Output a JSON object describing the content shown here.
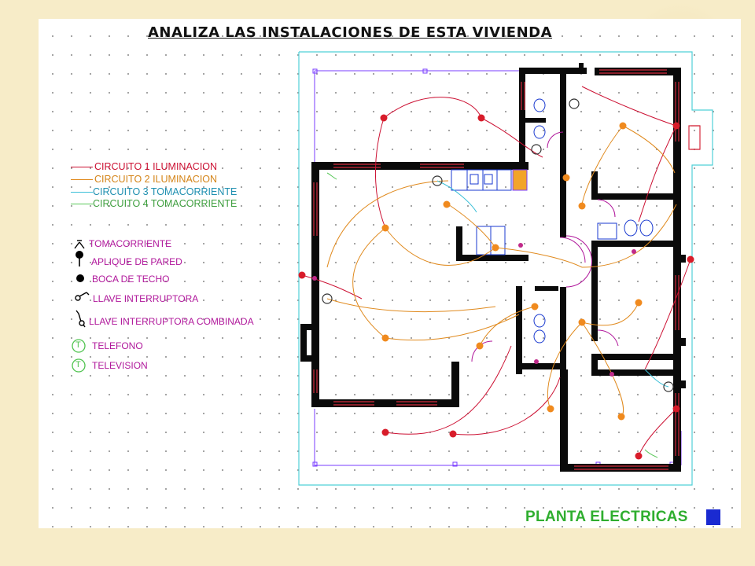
{
  "title": "ANALIZA LAS INSTALACIONES DE ESTA VIVIENDA",
  "legend": {
    "circuits": [
      {
        "label": "CIRCUITO 1 ILUMINACION",
        "color": "#cc1133"
      },
      {
        "label": "CIRCUITO 2 ILUMINACION",
        "color": "#e08a1e"
      },
      {
        "label": "CIRCUITO 3 TOMACORRIENTE",
        "color": "#3cc0d8"
      },
      {
        "label": "CIRCUITO 4 TOMACORRIENTE",
        "color": "#5ac85a"
      }
    ],
    "symbols": [
      {
        "label": "TOMACORRIENTE",
        "icon": "outlet-icon"
      },
      {
        "label": "APLIQUE DE PARED",
        "icon": "wall-light-icon"
      },
      {
        "label": "BOCA DE TECHO",
        "icon": "ceiling-light-icon"
      },
      {
        "label": "LLAVE INTERRUPTORA",
        "icon": "switch-icon"
      },
      {
        "label": "LLAVE INTERRUPTORA COMBINADA",
        "icon": "combined-switch-icon"
      },
      {
        "label": "TELEFONO",
        "icon": "phone-icon",
        "glyph": "T"
      },
      {
        "label": "TELEVISION",
        "icon": "tv-icon",
        "glyph": "T"
      }
    ]
  },
  "footer": {
    "label": "PLANTA ELECTRICAS",
    "accent": "#1a2ad1"
  },
  "colors": {
    "wall": "#0a0a0a",
    "window": "#d42a3c",
    "symbol_text": "#b0179b",
    "outline": "#7a3cff",
    "lot": "#4fd0d8"
  }
}
